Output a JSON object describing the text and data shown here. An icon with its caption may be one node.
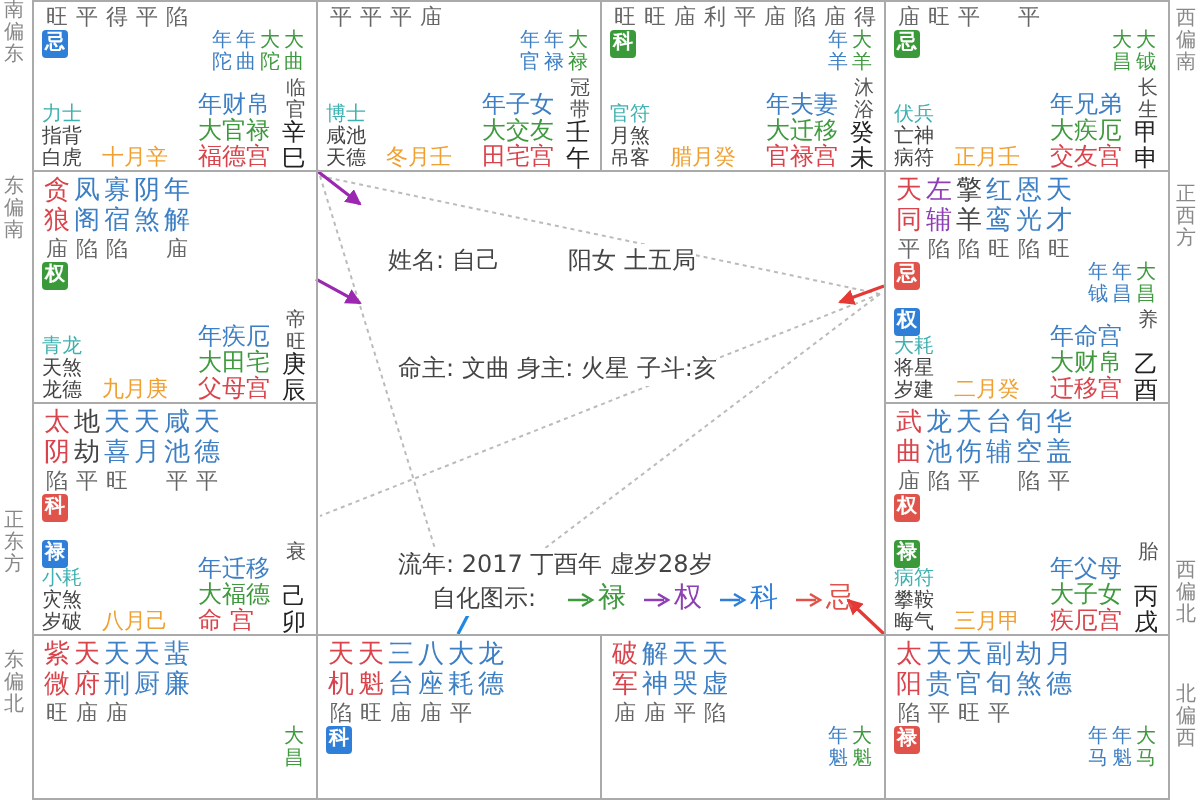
{
  "diagram": {
    "nodes": [
      {
        "text": [
          "旺平得平陷",
          "年年大大",
          "陀曲陀曲",
          "力士",
          "指背",
          "白虎",
          "十月辛",
          "年财帛",
          "大官禄",
          "福德宫",
          "临官",
          "辛巳"
        ]
      },
      {
        "text": [
          "忌"
        ],
        "in": 0
      },
      {
        "text": [
          "平平平庙",
          "年年大",
          "官禄禄",
          "博士",
          "咸池",
          "天德",
          "冬月壬",
          "年子女",
          "大交友",
          "田宅宫",
          "冠带",
          "壬午"
        ]
      },
      {
        "text": [
          "旺旺庙利平庙陷庙得",
          "年大",
          "羊羊",
          "官符",
          "月煞",
          "吊客",
          "腊月癸",
          "年夫妻",
          "大迁移",
          "官禄宫",
          "沐浴",
          "癸未"
        ]
      },
      {
        "text": [
          "科"
        ],
        "in": 3
      },
      {
        "text": [
          "庙旺平 平",
          "大大",
          "昌钺",
          "伏兵",
          "亡神",
          "病符",
          "正月壬",
          "年兄弟",
          "大疾厄",
          "交友宫",
          "长生",
          "甲申"
        ]
      },
      {
        "text": [
          "忌"
        ],
        "in": 5
      },
      {
        "text": [
          "贪凤寡阴年",
          "狼阁宿煞解",
          "庙陷陷 庙",
          "青龙",
          "天煞",
          "龙德",
          "九月庚",
          "年疾厄",
          "大田宅",
          "父母宫",
          "帝旺",
          "庚辰"
        ]
      },
      {
        "text": [
          "权"
        ],
        "in": 7
      },
      {
        "text": [
          "姓名: 自己",
          "阳女 土五局",
          "命主: 文曲 身主: 火星 子斗:亥",
          "流年: 2017 丁酉年 虚岁28岁",
          "自化图示:"
        ]
      },
      {
        "text": [
          "天左擎红恩天",
          "同辅羊鸾光才",
          "平陷陷旺陷旺",
          "年年大",
          "钺昌昌",
          "大耗",
          "将星",
          "岁建",
          "二月癸",
          "年命宫",
          "大财帛",
          "迁移宫",
          "养",
          "乙酉"
        ]
      },
      {
        "text": [
          "忌"
        ],
        "in": 10
      },
      {
        "text": [
          "权"
        ],
        "in": 10
      },
      {
        "text": [
          "太地天天咸天",
          "阴劫喜月池德",
          "陷平旺 平平",
          "小耗",
          "灾煞",
          "岁破",
          "八月己",
          "年迁移",
          "大福德",
          "命 宫",
          "衰",
          "己卯"
        ]
      },
      {
        "text": [
          "科"
        ],
        "in": 13
      },
      {
        "text": [
          "禄"
        ],
        "in": 13
      },
      {
        "text": [
          "武龙天台旬华",
          "曲池伤辅空盖",
          "庙陷平 陷平",
          "病符",
          "攀鞍",
          "晦气",
          "三月甲",
          "年父母",
          "大子女",
          "疾厄宫",
          "胎",
          "丙戌"
        ]
      },
      {
        "text": [
          "权"
        ],
        "in": 16
      },
      {
        "text": [
          "禄"
        ],
        "in": 16
      },
      {
        "text": [
          "紫天天天蜚",
          "微府刑厨廉",
          "旺庙庙",
          "大",
          "昌"
        ]
      },
      {
        "text": [
          "天天三八大龙",
          "机魁台座耗德",
          "陷旺庙庙平"
        ]
      },
      {
        "text": [
          "科"
        ],
        "in": 20
      },
      {
        "text": [
          "破解天天",
          "军神哭虚",
          "庙庙平陷",
          "年大",
          "魁魁"
        ]
      },
      {
        "text": [
          "太天天副劫月",
          "阳贵官旬煞德",
          "陷平旺平",
          "年年大",
          "马魁马"
        ]
      },
      {
        "text": [
          "禄"
        ],
        "in": 23
      }
    ],
    "edges": [
      {
        "from": 0,
        "to": 9,
        "arrow": "to",
        "color": "#9c27b0"
      },
      {
        "from": 7,
        "to": 9,
        "arrow": "to",
        "color": "#9c27b0"
      },
      {
        "from": 10,
        "to": 9,
        "arrow": "to",
        "color": "#e53935"
      },
      {
        "from": 20,
        "to": 9,
        "arrow": "to",
        "color": "#1e88e5"
      },
      {
        "from": 23,
        "to": 9,
        "arrow": "to",
        "color": "#e53935"
      }
    ],
    "labels": [
      "南偏东",
      "西偏南",
      "东偏南",
      "正西方",
      "正东方",
      "西偏北",
      "东偏北",
      "北偏西"
    ],
    "legend": [
      {
        "text": "禄"
      },
      {
        "text": "权"
      },
      {
        "text": "科"
      },
      {
        "text": "忌"
      }
    ]
  }
}
